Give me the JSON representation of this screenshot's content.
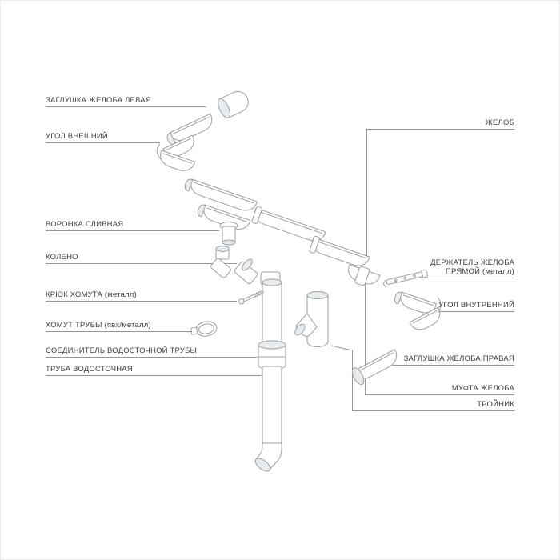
{
  "diagram": {
    "type": "exploded-parts-diagram",
    "labels_left": [
      "ЗАГЛУШКА ЖЕЛОБА ЛЕВАЯ",
      "УГОЛ ВНЕШНИЙ",
      "ВОРОНКА СЛИВНАЯ",
      "КОЛЕНО",
      "КРЮК ХОМУТА (металл)",
      "ХОМУТ ТРУБЫ (пвх/металл)",
      "СОЕДИНИТЕЛЬ ВОДОСТОЧНОЙ ТРУБЫ",
      "ТРУБА ВОДОСТОЧНАЯ"
    ],
    "labels_right": [
      "ЖЕЛОБ",
      "ДЕРЖАТЕЛЬ ЖЕЛОБА ПРЯМОЙ (металл)",
      "УГОЛ ВНУТРЕННИЙ",
      "ЗАГЛУШКА ЖЕЛОБА ПРАВАЯ",
      "МУФТА ЖЕЛОБА",
      "ТРОЙНИК"
    ],
    "colors": {
      "text": "#3b4045",
      "leader_line": "#9099a0",
      "part_stroke": "#98a0a6",
      "part_fill": "#ffffff",
      "part_shade": "#e9ecee",
      "background": "#ffffff"
    }
  }
}
